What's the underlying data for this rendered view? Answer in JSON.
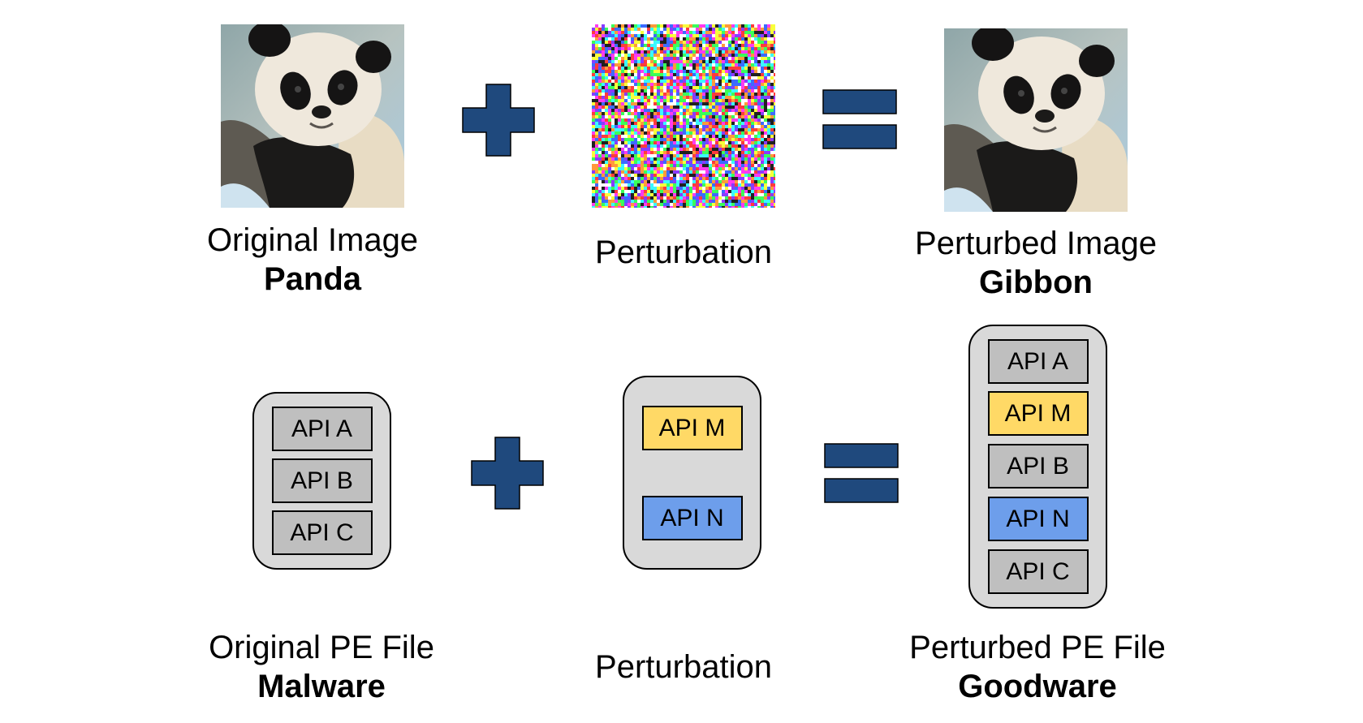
{
  "colors": {
    "operator": "#1f497d",
    "pe_background": "#d9d9d9",
    "api_gray": "#bfbfbf",
    "api_yellow": "#ffd966",
    "api_blue": "#6d9eeb"
  },
  "image_row": {
    "original": {
      "title": "Original Image",
      "label": "Panda",
      "icon": "panda-photo"
    },
    "perturbation": {
      "title": "Perturbation",
      "icon": "noise-pattern"
    },
    "perturbed": {
      "title": "Perturbed Image",
      "label": "Gibbon",
      "icon": "panda-photo"
    }
  },
  "pe_row": {
    "original": {
      "title": "Original PE File",
      "label": "Malware",
      "apis": [
        "API A",
        "API B",
        "API C"
      ]
    },
    "perturbation": {
      "title": "Perturbation",
      "apis": [
        "API M",
        "API N"
      ]
    },
    "perturbed": {
      "title": "Perturbed PE File",
      "label": "Goodware",
      "apis": [
        "API A",
        "API M",
        "API B",
        "API N",
        "API C"
      ]
    }
  }
}
